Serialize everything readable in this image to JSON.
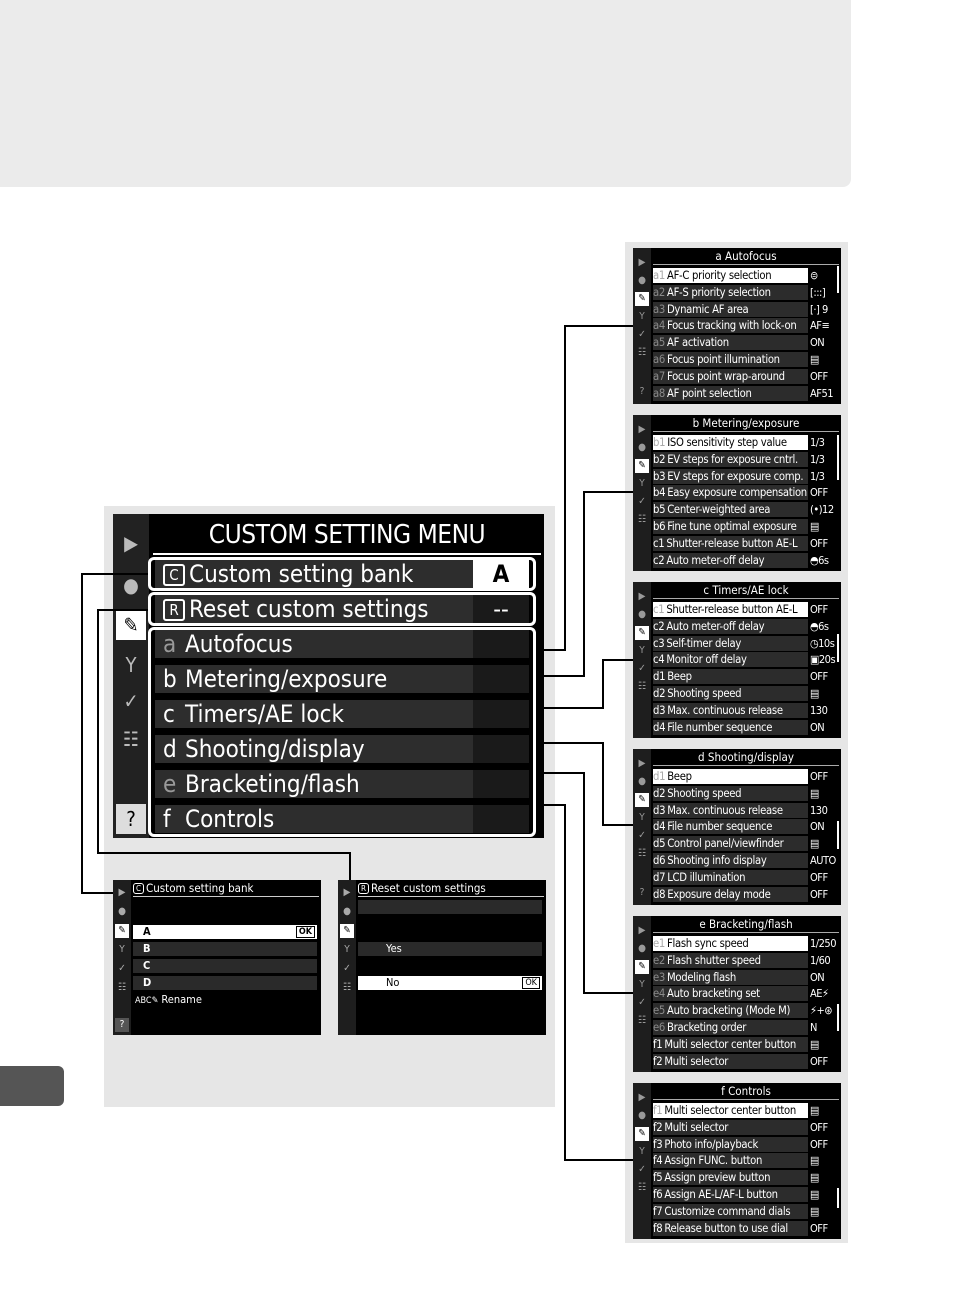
{
  "main_menu": {
    "title": "CUSTOM SETTING MENU",
    "side_icons": [
      "▶",
      "●",
      "✎",
      "Y",
      "✓",
      "☷",
      "?"
    ],
    "bank_row": {
      "icon": "C",
      "label": "Custom setting bank",
      "value": "A"
    },
    "reset_row": {
      "icon": "R",
      "label": "Reset custom settings",
      "value": "--"
    },
    "items": [
      {
        "letter": "a",
        "label": "Autofocus"
      },
      {
        "letter": "b",
        "label": "Metering/exposure"
      },
      {
        "letter": "c",
        "label": "Timers/AE lock"
      },
      {
        "letter": "d",
        "label": "Shooting/display"
      },
      {
        "letter": "e",
        "label": "Bracketing/flash"
      },
      {
        "letter": "f",
        "label": "Controls"
      }
    ]
  },
  "bank_screen": {
    "title_icon": "C",
    "title": "Custom setting bank",
    "options": [
      "A",
      "B",
      "C",
      "D"
    ],
    "rename_icon": "ABC✎",
    "rename": "Rename",
    "ok": "OK"
  },
  "reset_screen": {
    "title_icon": "R",
    "title": "Reset custom settings",
    "options": [
      "Yes",
      "No"
    ],
    "ok": "OK"
  },
  "right_menus": [
    {
      "title": "a Autofocus",
      "rows": [
        {
          "code": "a1",
          "label": "AF-C priority selection",
          "value": "⊜"
        },
        {
          "code": "a2",
          "label": "AF-S priority selection",
          "value": "[:::]"
        },
        {
          "code": "a3",
          "label": "Dynamic AF area",
          "value": "[·] 9"
        },
        {
          "code": "a4",
          "label": "Focus tracking with lock-on",
          "value": "AF≡"
        },
        {
          "code": "a5",
          "label": "AF activation",
          "value": "ON"
        },
        {
          "code": "a6",
          "label": "Focus point illumination",
          "value": "▤"
        },
        {
          "code": "a7",
          "label": "Focus point wrap-around",
          "value": "OFF"
        },
        {
          "code": "a8",
          "label": "AF point selection",
          "value": "AF51"
        }
      ]
    },
    {
      "title": "b Metering/exposure",
      "rows": [
        {
          "code": "b1",
          "label": "ISO sensitivity step value",
          "value": "1/3"
        },
        {
          "code": "b2",
          "label": "EV steps for exposure cntrl.",
          "value": "1/3"
        },
        {
          "code": "b3",
          "label": "EV steps for exposure comp.",
          "value": "1/3"
        },
        {
          "code": "b4",
          "label": "Easy exposure compensation",
          "value": "OFF"
        },
        {
          "code": "b5",
          "label": "Center-weighted area",
          "value": "(•)12"
        },
        {
          "code": "b6",
          "label": "Fine tune optimal exposure",
          "value": "▤"
        },
        {
          "code": "c1",
          "label": "Shutter-release button AE-L",
          "value": "OFF"
        },
        {
          "code": "c2",
          "label": "Auto meter-off delay",
          "value": "◓6s"
        }
      ]
    },
    {
      "title": "c Timers/AE lock",
      "rows": [
        {
          "code": "c1",
          "label": "Shutter-release button AE-L",
          "value": "OFF"
        },
        {
          "code": "c2",
          "label": "Auto meter-off delay",
          "value": "◓6s"
        },
        {
          "code": "c3",
          "label": "Self-timer delay",
          "value": "◷10s"
        },
        {
          "code": "c4",
          "label": "Monitor off delay",
          "value": "▣20s"
        },
        {
          "code": "d1",
          "label": "Beep",
          "value": "OFF"
        },
        {
          "code": "d2",
          "label": "Shooting speed",
          "value": "▤"
        },
        {
          "code": "d3",
          "label": "Max. continuous release",
          "value": "130"
        },
        {
          "code": "d4",
          "label": "File number sequence",
          "value": "ON"
        }
      ]
    },
    {
      "title": "d Shooting/display",
      "rows": [
        {
          "code": "d1",
          "label": "Beep",
          "value": "OFF"
        },
        {
          "code": "d2",
          "label": "Shooting speed",
          "value": "▤"
        },
        {
          "code": "d3",
          "label": "Max. continuous release",
          "value": "130"
        },
        {
          "code": "d4",
          "label": "File number sequence",
          "value": "ON"
        },
        {
          "code": "d5",
          "label": "Control panel/viewfinder",
          "value": "▤"
        },
        {
          "code": "d6",
          "label": "Shooting info display",
          "value": "AUTO"
        },
        {
          "code": "d7",
          "label": "LCD illumination",
          "value": "OFF"
        },
        {
          "code": "d8",
          "label": "Exposure delay mode",
          "value": "OFF"
        }
      ]
    },
    {
      "title": "e Bracketing/flash",
      "rows": [
        {
          "code": "e1",
          "label": "Flash sync speed",
          "value": "1/250"
        },
        {
          "code": "e2",
          "label": "Flash shutter speed",
          "value": "1/60"
        },
        {
          "code": "e3",
          "label": "Modeling flash",
          "value": "ON"
        },
        {
          "code": "e4",
          "label": "Auto bracketing set",
          "value": "AE⚡"
        },
        {
          "code": "e5",
          "label": "Auto bracketing (Mode M)",
          "value": "⚡+⊛"
        },
        {
          "code": "e6",
          "label": "Bracketing order",
          "value": "N"
        },
        {
          "code": "f1",
          "label": "Multi selector center button",
          "value": "▤"
        },
        {
          "code": "f2",
          "label": "Multi selector",
          "value": "OFF"
        }
      ]
    },
    {
      "title": "f Controls",
      "rows": [
        {
          "code": "f1",
          "label": "Multi selector center button",
          "value": "▤"
        },
        {
          "code": "f2",
          "label": "Multi selector",
          "value": "OFF"
        },
        {
          "code": "f3",
          "label": "Photo info/playback",
          "value": "OFF"
        },
        {
          "code": "f4",
          "label": "Assign FUNC. button",
          "value": "▤"
        },
        {
          "code": "f5",
          "label": "Assign preview button",
          "value": "▤"
        },
        {
          "code": "f6",
          "label": "Assign AE-L/AF-L button",
          "value": "▤"
        },
        {
          "code": "f7",
          "label": "Customize command dials",
          "value": "▤"
        },
        {
          "code": "f8",
          "label": "Release button to use dial",
          "value": "OFF"
        }
      ]
    }
  ],
  "colors": {
    "screen_bg": "#000000",
    "row_bg": "#2d2d2d",
    "highlight": "#ffffff",
    "panel_bg": "#e6e6e6",
    "line": "#000000"
  }
}
